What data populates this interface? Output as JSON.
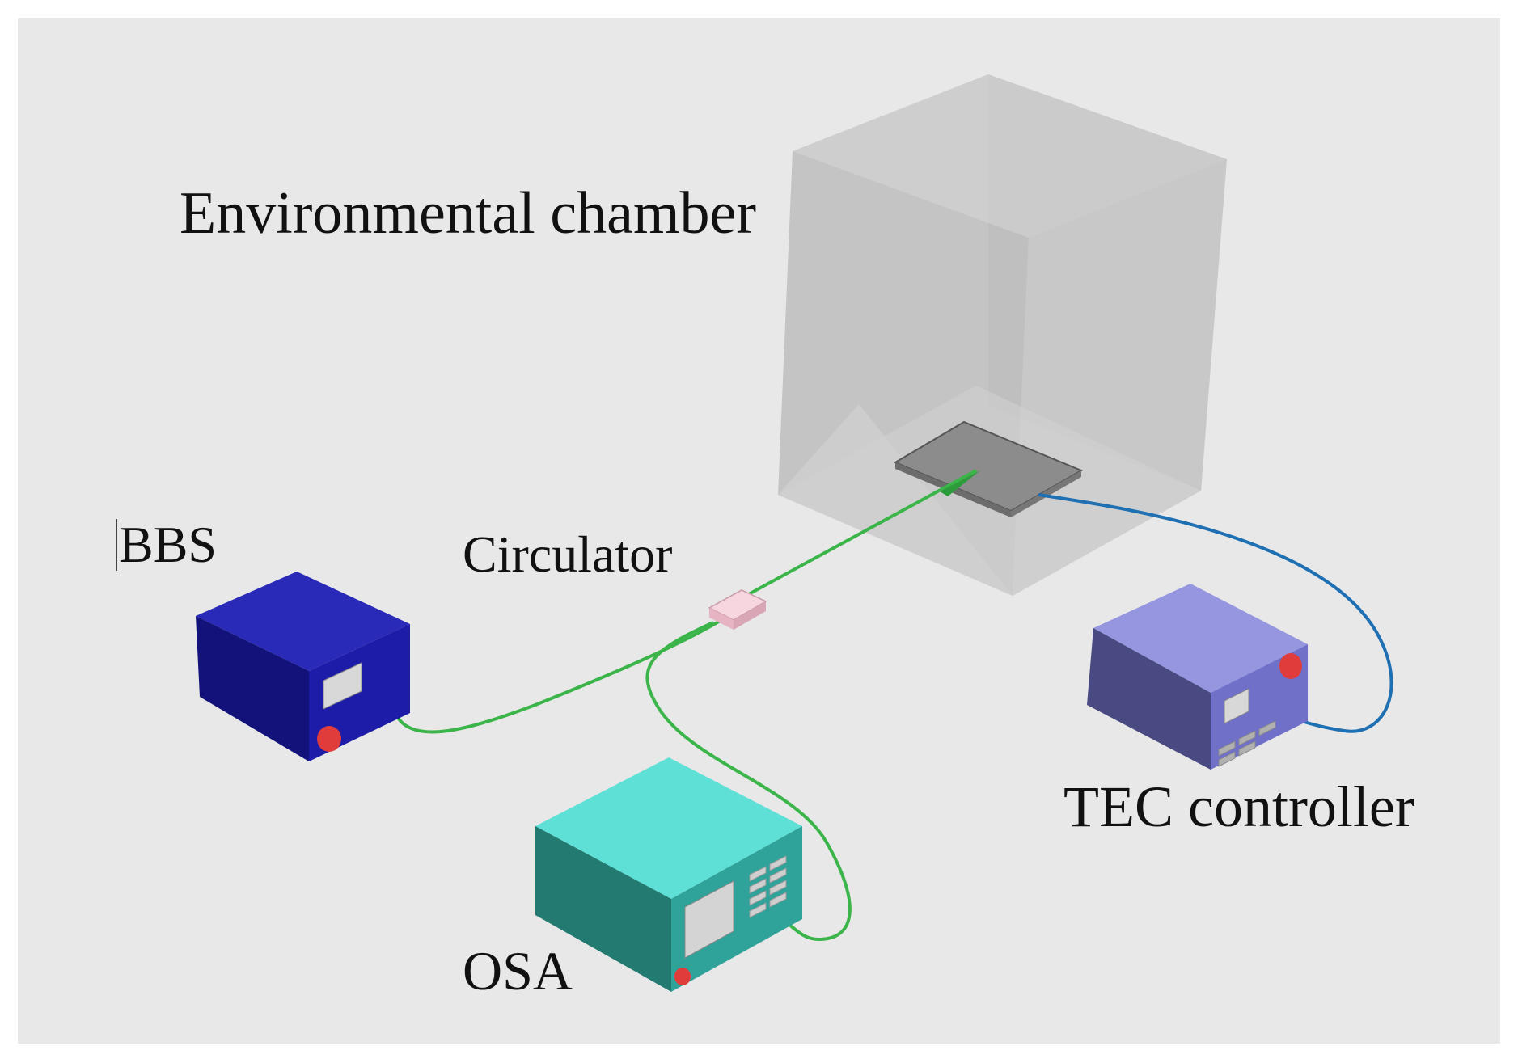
{
  "labels": {
    "chamber": "Environmental chamber",
    "bbs": "BBS",
    "circulator": "Circulator",
    "tec": "TEC controller",
    "osa": "OSA"
  },
  "colors": {
    "background": "#e8e8e8",
    "fiber": "#3bb54a",
    "tec_cable": "#1f6fb3",
    "bbs_body": "#1c1ca8",
    "osa_body": "#2fa39a",
    "tec_body": "#7070c8",
    "knob": "#e03c3c",
    "circulator": "#f3c6d2"
  }
}
